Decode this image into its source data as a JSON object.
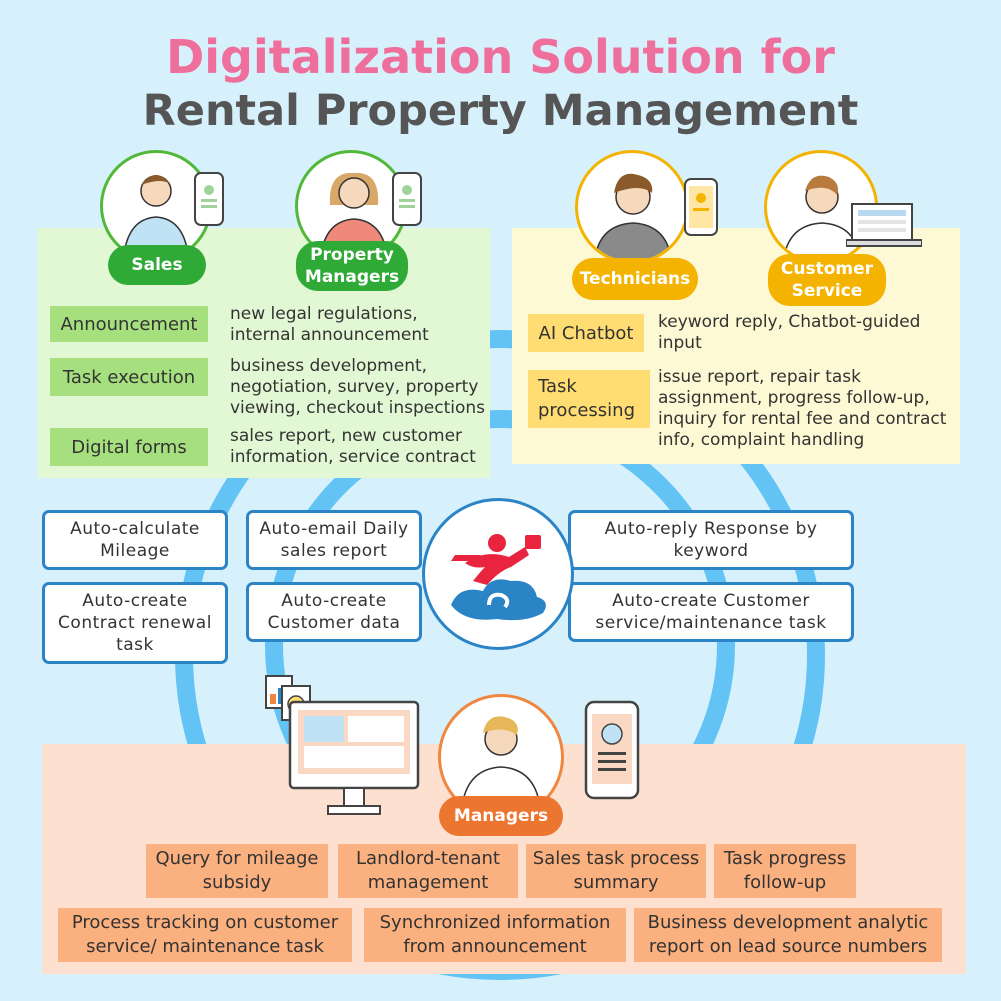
{
  "title": {
    "line1": "Digitalization Solution for",
    "line2": "Rental Property Management"
  },
  "colors": {
    "background": "#d6f1fc",
    "ring": "#63c3f4",
    "title_pink": "#ee6f9b",
    "green": "#2faa36",
    "yellow": "#f4b300",
    "orange": "#ec7530",
    "box_border": "#2b84c6"
  },
  "roles": {
    "sales": "Sales",
    "property_managers": "Property Managers",
    "technicians": "Technicians",
    "customer_service": "Customer Service",
    "managers": "Managers"
  },
  "green_panel": {
    "rows": [
      {
        "tag": "Announcement",
        "desc": "new legal regulations, internal announcement"
      },
      {
        "tag": "Task execution",
        "desc": "business development, negotiation, survey, property viewing, checkout inspections"
      },
      {
        "tag": "Digital forms",
        "desc": "sales report, new customer information, service contract"
      }
    ]
  },
  "yellow_panel": {
    "rows": [
      {
        "tag": "AI Chatbot",
        "desc": "keyword reply, Chatbot-guided input"
      },
      {
        "tag": "Task processing",
        "desc": "issue report, repair task assignment, progress follow-up, inquiry for rental fee and contract info, complaint handling"
      }
    ]
  },
  "automation": {
    "items": [
      "Auto-calculate Mileage",
      "Auto-email Daily sales report",
      "Auto-reply Response by keyword",
      "Auto-create Contract renewal task",
      "Auto-create Customer data",
      "Auto-create Customer service/maintenance task"
    ],
    "logo_icon": "running-figure-logo-icon"
  },
  "managers_panel": {
    "items": [
      "Query for mileage subsidy",
      "Landlord-tenant management",
      "Sales task process summary",
      "Task progress follow-up",
      "Process tracking on customer service/ maintenance task",
      "Synchronized information from announcement",
      "Business development analytic report on lead source numbers"
    ]
  }
}
